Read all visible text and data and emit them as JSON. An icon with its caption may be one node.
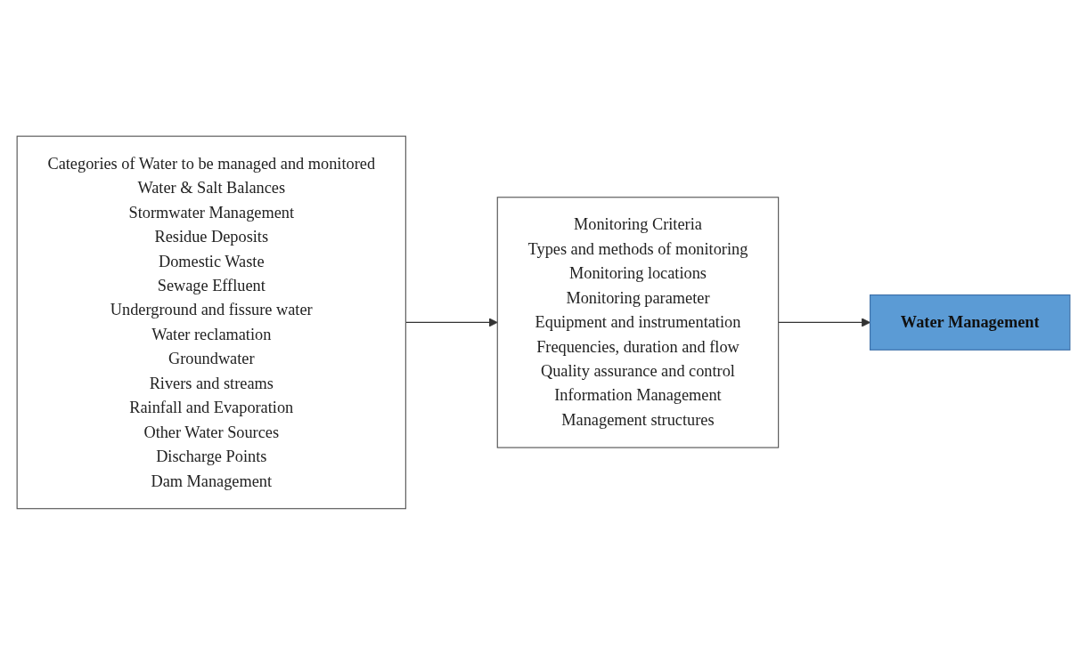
{
  "diagram": {
    "nodes": [
      {
        "text": [
          "Categories of Water to be managed and monitored",
          "Water & Salt Balances",
          "Stormwater Management",
          "Residue Deposits",
          "Domestic Waste",
          "Sewage Effluent",
          "Underground and fissure water",
          "Water reclamation",
          "Groundwater",
          "Rivers and streams",
          "Rainfall and Evaporation",
          "Other Water Sources",
          "Discharge Points",
          "Dam Management"
        ]
      },
      {
        "text": [
          "Monitoring Criteria",
          "Types and methods of monitoring",
          "Monitoring locations",
          "Monitoring parameter",
          "Equipment and instrumentation",
          "Frequencies, duration and flow",
          "Quality assurance and control",
          "Information Management",
          "Management structures"
        ]
      },
      {
        "text": [
          "Water Management"
        ]
      }
    ],
    "edges": [
      {
        "from": 0,
        "to": 1,
        "arrow": "to"
      },
      {
        "from": 1,
        "to": 2,
        "arrow": "to"
      }
    ]
  }
}
